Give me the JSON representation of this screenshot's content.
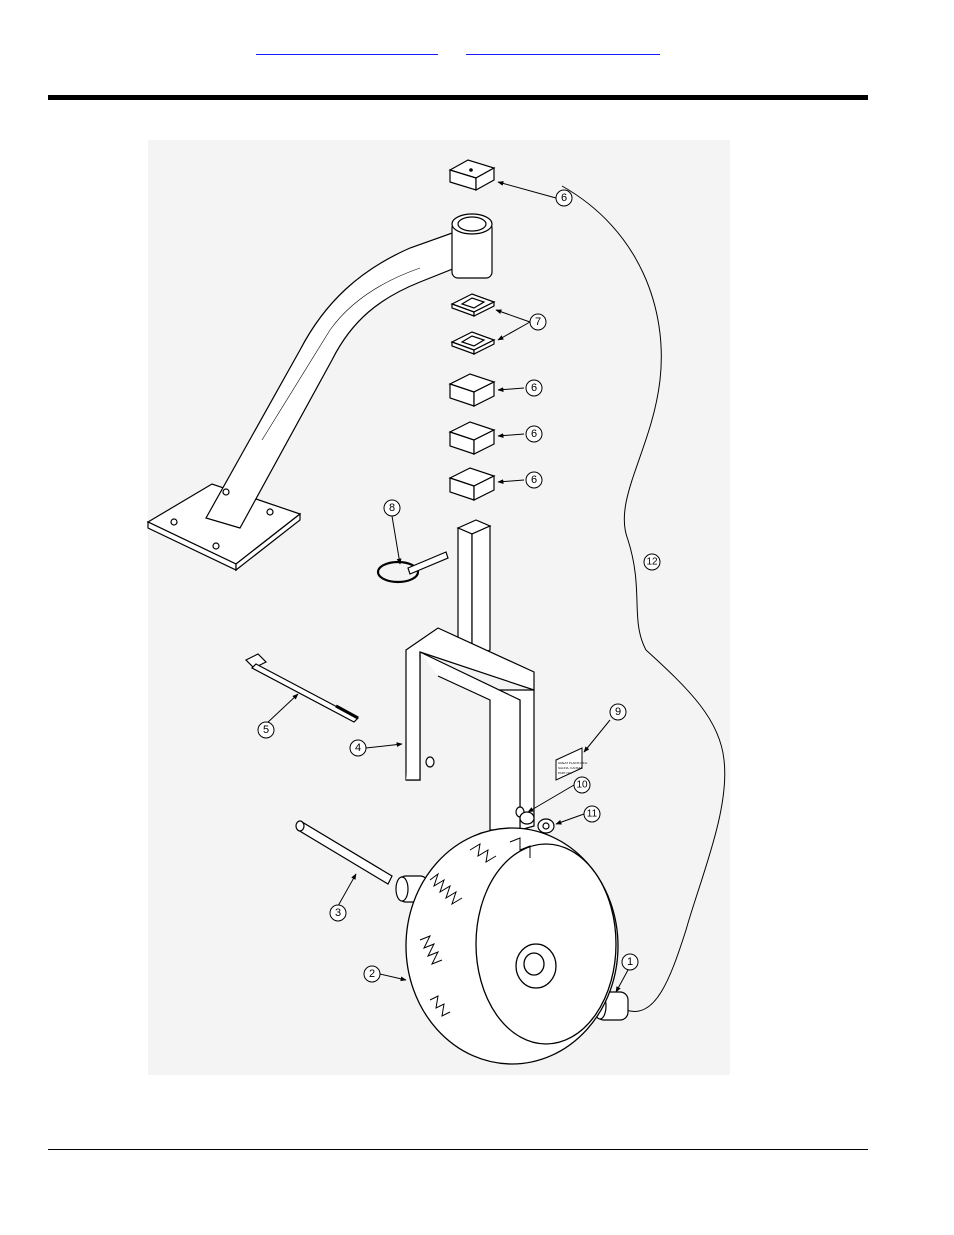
{
  "header": {
    "link_left": "",
    "link_right": ""
  },
  "callouts": [
    {
      "id": "callout-1",
      "number": "1"
    },
    {
      "id": "callout-2",
      "number": "2"
    },
    {
      "id": "callout-3",
      "number": "3"
    },
    {
      "id": "callout-4",
      "number": "4"
    },
    {
      "id": "callout-5",
      "number": "5"
    },
    {
      "id": "callout-6a",
      "number": "6"
    },
    {
      "id": "callout-6b",
      "number": "6"
    },
    {
      "id": "callout-6c",
      "number": "6"
    },
    {
      "id": "callout-6d",
      "number": "6"
    },
    {
      "id": "callout-7",
      "number": "7"
    },
    {
      "id": "callout-8",
      "number": "8"
    },
    {
      "id": "callout-9",
      "number": "9"
    },
    {
      "id": "callout-10",
      "number": "10"
    },
    {
      "id": "callout-11",
      "number": "11"
    },
    {
      "id": "callout-12",
      "number": "12"
    }
  ],
  "decal_lines": [
    "GREAT PLAINS MFG.",
    "SALINA, KANSAS",
    "PART NO."
  ]
}
